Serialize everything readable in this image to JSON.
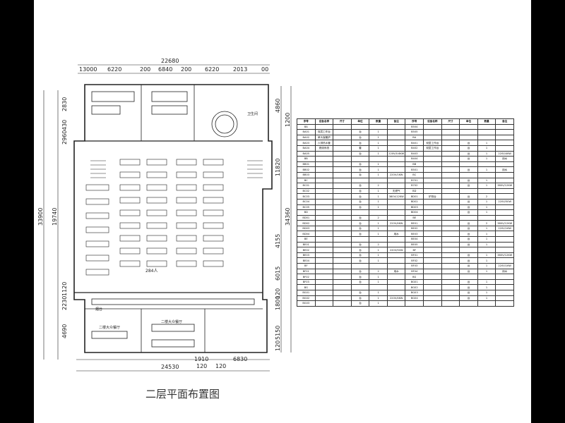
{
  "header": {
    "title": "海洋大学海滨校区"
  },
  "plan": {
    "caption": "二层平面布置图",
    "capacity_label": "284人",
    "dims_top_total": "22680",
    "dims_top": [
      "13000",
      "6220",
      "200",
      "6840",
      "200",
      "6220",
      "2013",
      "00"
    ],
    "dims_left": [
      "33900",
      "19740",
      "2830",
      "430",
      "2960",
      "1120",
      "2230",
      "4690"
    ],
    "dims_right": [
      "4860",
      "1200",
      "11820",
      "34360",
      "4155",
      "6015",
      "120",
      "1800",
      "5150",
      "120"
    ],
    "dims_bottom": [
      "24530",
      "1910",
      "120",
      "120",
      "6830"
    ],
    "room_labels": [
      "卫生间",
      "二楼大众餐厅",
      "烟台",
      "二楼大众餐厅"
    ]
  },
  "schedule": {
    "header": [
      "序号",
      "设备名称",
      "尺寸",
      "单位",
      "数量",
      "备注",
      "序号",
      "设备名称",
      "尺寸",
      "单位",
      "数量",
      "备注"
    ],
    "rows": [
      [
        "BA",
        "",
        "",
        "",
        "",
        "",
        "B504",
        "",
        "",
        "",
        "",
        ""
      ],
      [
        "BA01",
        "双层工作台",
        "",
        "台",
        "1",
        "",
        "B505",
        "",
        "",
        "",
        "",
        ""
      ],
      [
        "BA02",
        "单头保暖炉",
        "",
        "台",
        "1",
        "",
        "BA",
        "",
        "",
        "",
        "",
        ""
      ],
      [
        "BA03",
        "六排热水管",
        "",
        "台",
        "1",
        "",
        "B401",
        "双层工作台",
        "",
        "台",
        "1",
        ""
      ],
      [
        "BA04",
        "燃烧系统",
        "",
        "套",
        "1",
        "",
        "B402",
        "双层工作台",
        "",
        "台",
        "1",
        ""
      ],
      [
        "BA05",
        "",
        "",
        "台",
        "1",
        "220V/0.6KW",
        "B403",
        "",
        "",
        "台",
        "1",
        "220V/4KW"
      ],
      [
        "BB",
        "",
        "",
        "",
        "",
        "",
        "B404",
        "",
        "",
        "台",
        "1",
        "用水"
      ],
      [
        "BB01",
        "",
        "",
        "台",
        "1",
        "",
        "BB",
        "",
        "",
        "",
        "",
        ""
      ],
      [
        "BB02",
        "",
        "",
        "台",
        "1",
        "",
        "B501",
        "",
        "",
        "台",
        "1",
        "用水"
      ],
      [
        "BB03",
        "",
        "",
        "台",
        "1",
        "220V/1KW",
        "BC",
        "",
        "",
        "",
        "",
        ""
      ],
      [
        "BC",
        "",
        "",
        "",
        "",
        "",
        "B701",
        "",
        "",
        "台",
        "1",
        ""
      ],
      [
        "BC01",
        "",
        "",
        "台",
        "2",
        "",
        "B702",
        "",
        "",
        "台",
        "1",
        "380V/12KW"
      ],
      [
        "BC02",
        "",
        "",
        "台",
        "1",
        "天燃气",
        "BD",
        "",
        "",
        "",
        "",
        ""
      ],
      [
        "BC03",
        "",
        "",
        "台",
        "1",
        "380V/12KW",
        "BD01",
        "炉排台",
        "",
        "台",
        "2",
        ""
      ],
      [
        "BC04",
        "",
        "",
        "台",
        "1",
        "",
        "BD02",
        "",
        "",
        "台",
        "1",
        "220V/50W"
      ],
      [
        "BC05",
        "",
        "",
        "台",
        "1",
        "",
        "BD03",
        "",
        "",
        "台",
        "1",
        ""
      ],
      [
        "BD",
        "",
        "",
        "",
        "",
        "",
        "BD04",
        "",
        "",
        "台",
        "1",
        ""
      ],
      [
        "BD01",
        "",
        "",
        "台",
        "2",
        "",
        "BE",
        "",
        "",
        "",
        "",
        ""
      ],
      [
        "BD02",
        "",
        "",
        "台",
        "1",
        "220V/4KW",
        "BE01",
        "",
        "",
        "台",
        "2",
        "380V/12KW"
      ],
      [
        "BD03",
        "",
        "",
        "台",
        "1",
        "",
        "BE02",
        "",
        "",
        "台",
        "1",
        "220V/1KW"
      ],
      [
        "BD04",
        "",
        "",
        "台",
        "1",
        "用水",
        "BE03",
        "",
        "",
        "台",
        "1",
        ""
      ],
      [
        "BE",
        "",
        "",
        "",
        "",
        "",
        "BE04",
        "",
        "",
        "台",
        "1",
        ""
      ],
      [
        "BE01",
        "",
        "",
        "台",
        "2",
        "",
        "BE05",
        "",
        "",
        "台",
        "1",
        ""
      ],
      [
        "BE02",
        "",
        "",
        "台",
        "1",
        "220V/50W",
        "BF",
        "",
        "",
        "",
        "",
        ""
      ],
      [
        "BE03",
        "",
        "",
        "台",
        "1",
        "",
        "BF01",
        "",
        "",
        "台",
        "1",
        "380V/12KW"
      ],
      [
        "BE04",
        "",
        "",
        "台",
        "1",
        "",
        "BF02",
        "",
        "",
        "台",
        "1",
        ""
      ],
      [
        "BF",
        "",
        "",
        "",
        "",
        "",
        "BF03",
        "",
        "",
        "台",
        "1",
        "220V/1KW"
      ],
      [
        "BF01",
        "",
        "",
        "台",
        "2",
        "用水",
        "BF04",
        "",
        "",
        "台",
        "1",
        "用水"
      ],
      [
        "BF02",
        "",
        "",
        "台",
        "1",
        "",
        "BG",
        "",
        "",
        "",
        "",
        ""
      ],
      [
        "BF03",
        "",
        "",
        "台",
        "1",
        "",
        "BG01",
        "",
        "",
        "台",
        "1",
        ""
      ],
      [
        "BG",
        "",
        "",
        "",
        "",
        "",
        "BG02",
        "",
        "",
        "台",
        "1",
        ""
      ],
      [
        "BG01",
        "",
        "",
        "台",
        "1",
        "",
        "BG03",
        "",
        "",
        "台",
        "1",
        ""
      ],
      [
        "BG02",
        "",
        "",
        "台",
        "1",
        "220V/4KW",
        "BG04",
        "",
        "",
        "台",
        "1",
        ""
      ],
      [
        "BG03",
        "",
        "",
        "台",
        "1",
        "",
        "",
        "",
        "",
        "",
        "",
        ""
      ]
    ]
  }
}
